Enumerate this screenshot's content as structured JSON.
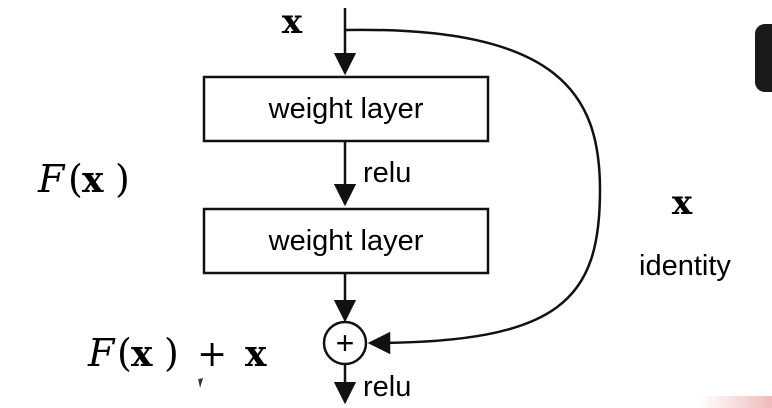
{
  "input_label": "x",
  "layers": [
    {
      "label": "weight layer"
    },
    {
      "label": "weight layer"
    }
  ],
  "activation_middle": "relu",
  "activation_output": "relu",
  "residual_label": {
    "script": "F",
    "open": "(",
    "var": "x",
    "close": ")"
  },
  "sum_label": {
    "script": "F",
    "open": "(",
    "var": "x",
    "close": ")",
    "plus": "+",
    "var2": "x"
  },
  "shortcut_label": "x",
  "shortcut_caption": "identity",
  "adder_symbol": "+",
  "colors": {
    "stroke": "#111111",
    "background": "#ffffff"
  }
}
